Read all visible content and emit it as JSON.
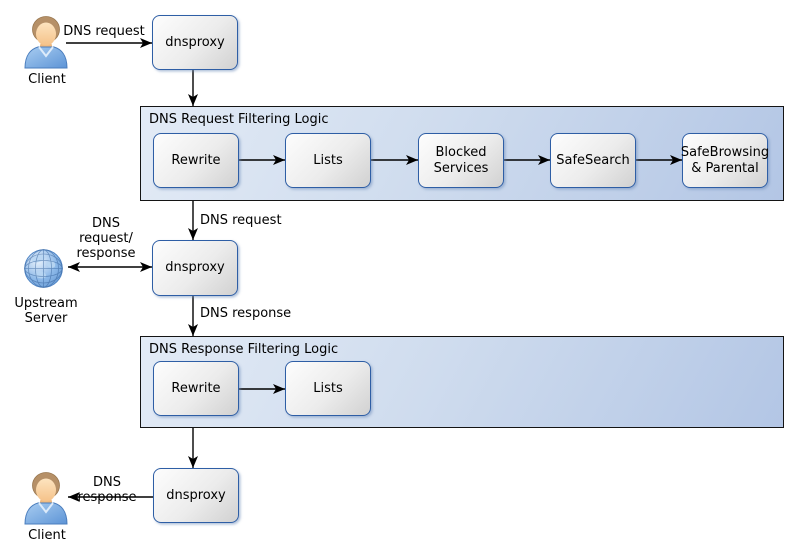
{
  "nodes": {
    "proxy_top": "dnsproxy",
    "proxy_middle": "dnsproxy",
    "proxy_bottom": "dnsproxy"
  },
  "request_filter": {
    "title": "DNS Request Filtering Logic",
    "steps": [
      "Rewrite",
      "Lists",
      "Blocked\nServices",
      "SafeSearch",
      "SafeBrowsing\n& Parental"
    ]
  },
  "response_filter": {
    "title": "DNS Response Filtering Logic",
    "steps": [
      "Rewrite",
      "Lists"
    ]
  },
  "actors": {
    "client_top": "Client",
    "upstream": "Upstream\nServer",
    "client_bottom": "Client"
  },
  "edge_labels": {
    "client_to_proxy": "DNS request",
    "filter_to_proxy": "DNS request",
    "proxy_upstream": "DNS\nrequest/\nresponse",
    "proxy_to_filter": "DNS response",
    "proxy_to_client": "DNS response"
  },
  "colors": {
    "container_border": "#141414",
    "container_fill_light": "#e3ebf6",
    "container_fill_dark": "#b3c6e5",
    "node_border": "#2e5ea5",
    "node_fill_light": "#fdfdfd",
    "node_fill_dark": "#d1d1d1",
    "arrow": "#000000",
    "globe_blue": "#7fb0e3",
    "shirt_blue": "#74aae0",
    "hair_tan": "#b69067"
  }
}
